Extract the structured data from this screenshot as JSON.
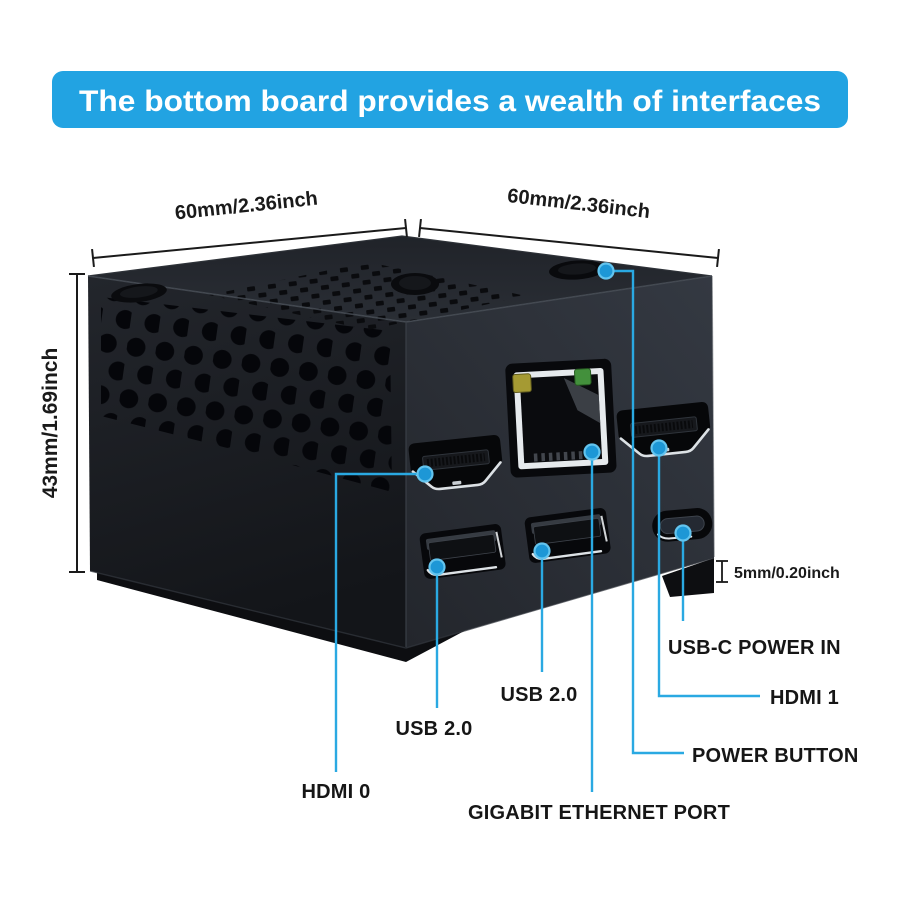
{
  "banner": {
    "text": "The bottom board provides a wealth of interfaces"
  },
  "dimensions": {
    "top_left": "60mm/2.36inch",
    "top_right": "60mm/2.36inch",
    "side_height": "43mm/1.69inch",
    "foot_height": "5mm/0.20inch"
  },
  "port_labels": {
    "hdmi0": "HDMI 0",
    "usb_left": "USB 2.0",
    "usb_middle": "USB 2.0",
    "gigabit_ethernet": "GIGABIT ETHERNET PORT",
    "power_button": "POWER BUTTON",
    "hdmi1": "HDMI 1",
    "usb_c": "USB-C POWER IN"
  },
  "colors": {
    "banner_bg": "#22a3e2",
    "banner_text": "#ffffff",
    "callout": "#2aa9e2",
    "callout_dot": "#1d97d6",
    "label_text": "#161616",
    "dimension_line": "#1a1a1a"
  }
}
